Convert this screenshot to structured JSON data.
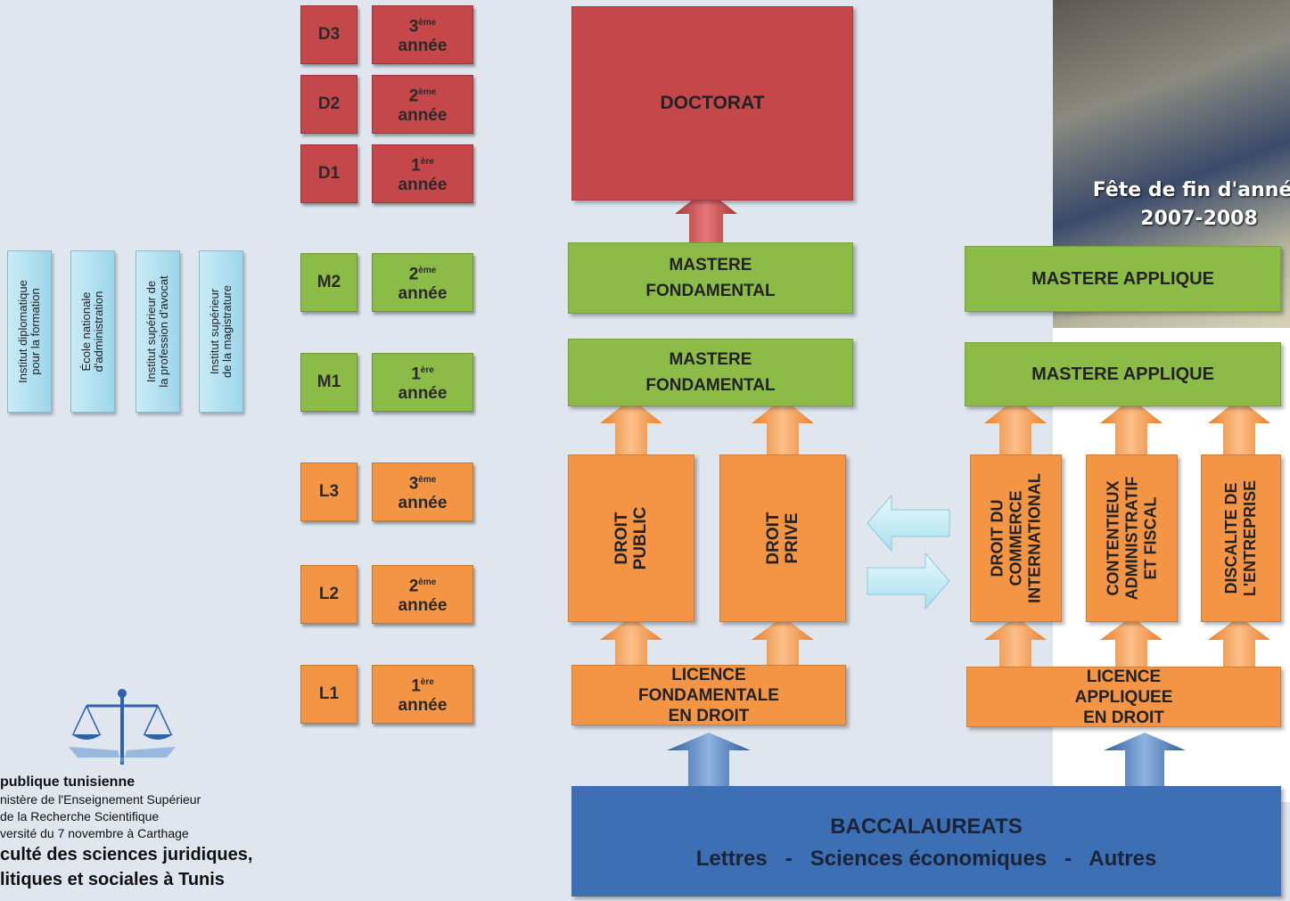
{
  "institutes": [
    "Institut diplomatique\npour la formation",
    "École nationale\nd'administration",
    "Institut supérieur de\nla profession d'avocat",
    "Institut supérieur\nde la magistrature"
  ],
  "levels": {
    "D3": {
      "code": "D3",
      "year": "3",
      "sup": "ème",
      "word": "année"
    },
    "D2": {
      "code": "D2",
      "year": "2",
      "sup": "ème",
      "word": "année"
    },
    "D1": {
      "code": "D1",
      "year": "1",
      "sup": "ère",
      "word": "année"
    },
    "M2": {
      "code": "M2",
      "year": "2",
      "sup": "ème",
      "word": "année"
    },
    "M1": {
      "code": "M1",
      "year": "1",
      "sup": "ère",
      "word": "année"
    },
    "L3": {
      "code": "L3",
      "year": "3",
      "sup": "ème",
      "word": "année"
    },
    "L2": {
      "code": "L2",
      "year": "2",
      "sup": "ème",
      "word": "année"
    },
    "L1": {
      "code": "L1",
      "year": "1",
      "sup": "ère",
      "word": "année"
    }
  },
  "doctorat": "DOCTORAT",
  "mastere_fondamental": "MASTERE\nFONDAMENTAL",
  "mastere_applique": "MASTERE APPLIQUE",
  "droit_public": "DROIT PUBLIC",
  "droit_prive": "DROIT PRIVE",
  "specialties": [
    "DROIT DU\nCOMMERCE\nINTERNATIONAL",
    "CONTENTIEUX\nADMINISTRATIF\nET FISCAL",
    "DISCALITE DE\nL'ENTREPRISE"
  ],
  "licence_fondamentale": "LICENCE\nFONDAMENTALE\nEN DROIT",
  "licence_appliquee": "LICENCE\nAPPLIQUEE\nEN DROIT",
  "bac_title": "BACCALAUREATS",
  "bac_tracks": "Lettres   -   Sciences économiques   -   Autres",
  "photo_caption_line1": "Fête de fin d'année",
  "photo_caption_line2": "2007-2008",
  "logo": {
    "line1": "publique tunisienne",
    "line2": "nistère de l'Enseignement Supérieur",
    "line3": "de la Recherche Scientifique",
    "line4": "versité du 7 novembre à Carthage",
    "line5": "culté des sciences juridiques,",
    "line6": "litiques et sociales à Tunis"
  },
  "colors": {
    "red": "#c4474a",
    "green": "#8cbb48",
    "orange": "#f39544",
    "blue": "#3d6fb5",
    "cyan": "#bfeaf6"
  }
}
